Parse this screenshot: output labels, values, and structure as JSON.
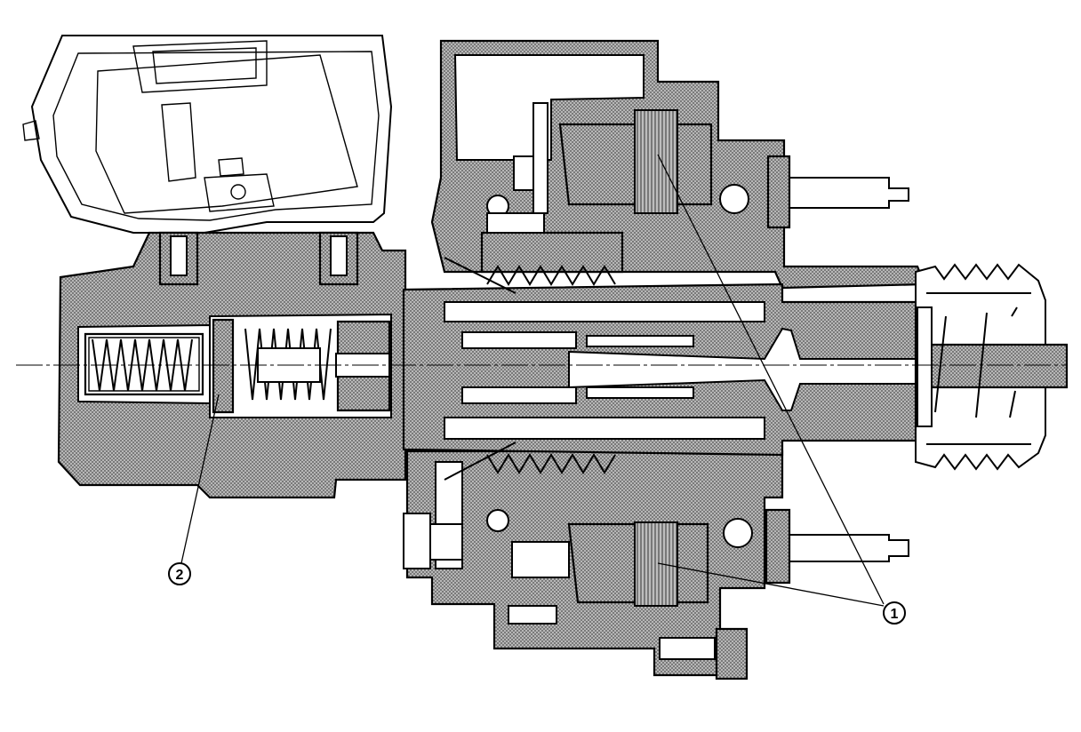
{
  "callouts": [
    {
      "id": "1",
      "label": "①"
    },
    {
      "id": "2",
      "label": "②"
    }
  ],
  "colors": {
    "line": "#000000",
    "hatch": "#8a8a8a",
    "background": "#ffffff"
  }
}
